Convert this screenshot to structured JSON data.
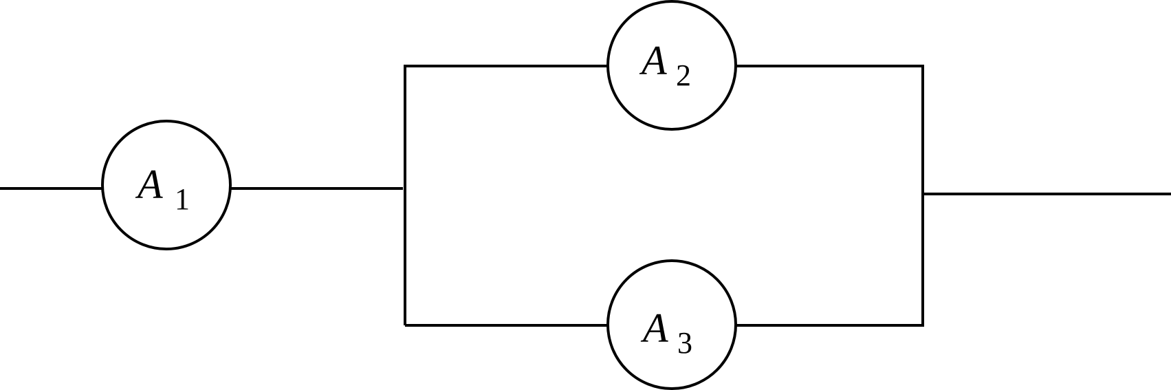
{
  "diagram": {
    "nodes": [
      {
        "id": "a1",
        "letter": "A",
        "subscript": "1"
      },
      {
        "id": "a2",
        "letter": "A",
        "subscript": "2"
      },
      {
        "id": "a3",
        "letter": "A",
        "subscript": "3"
      }
    ]
  }
}
